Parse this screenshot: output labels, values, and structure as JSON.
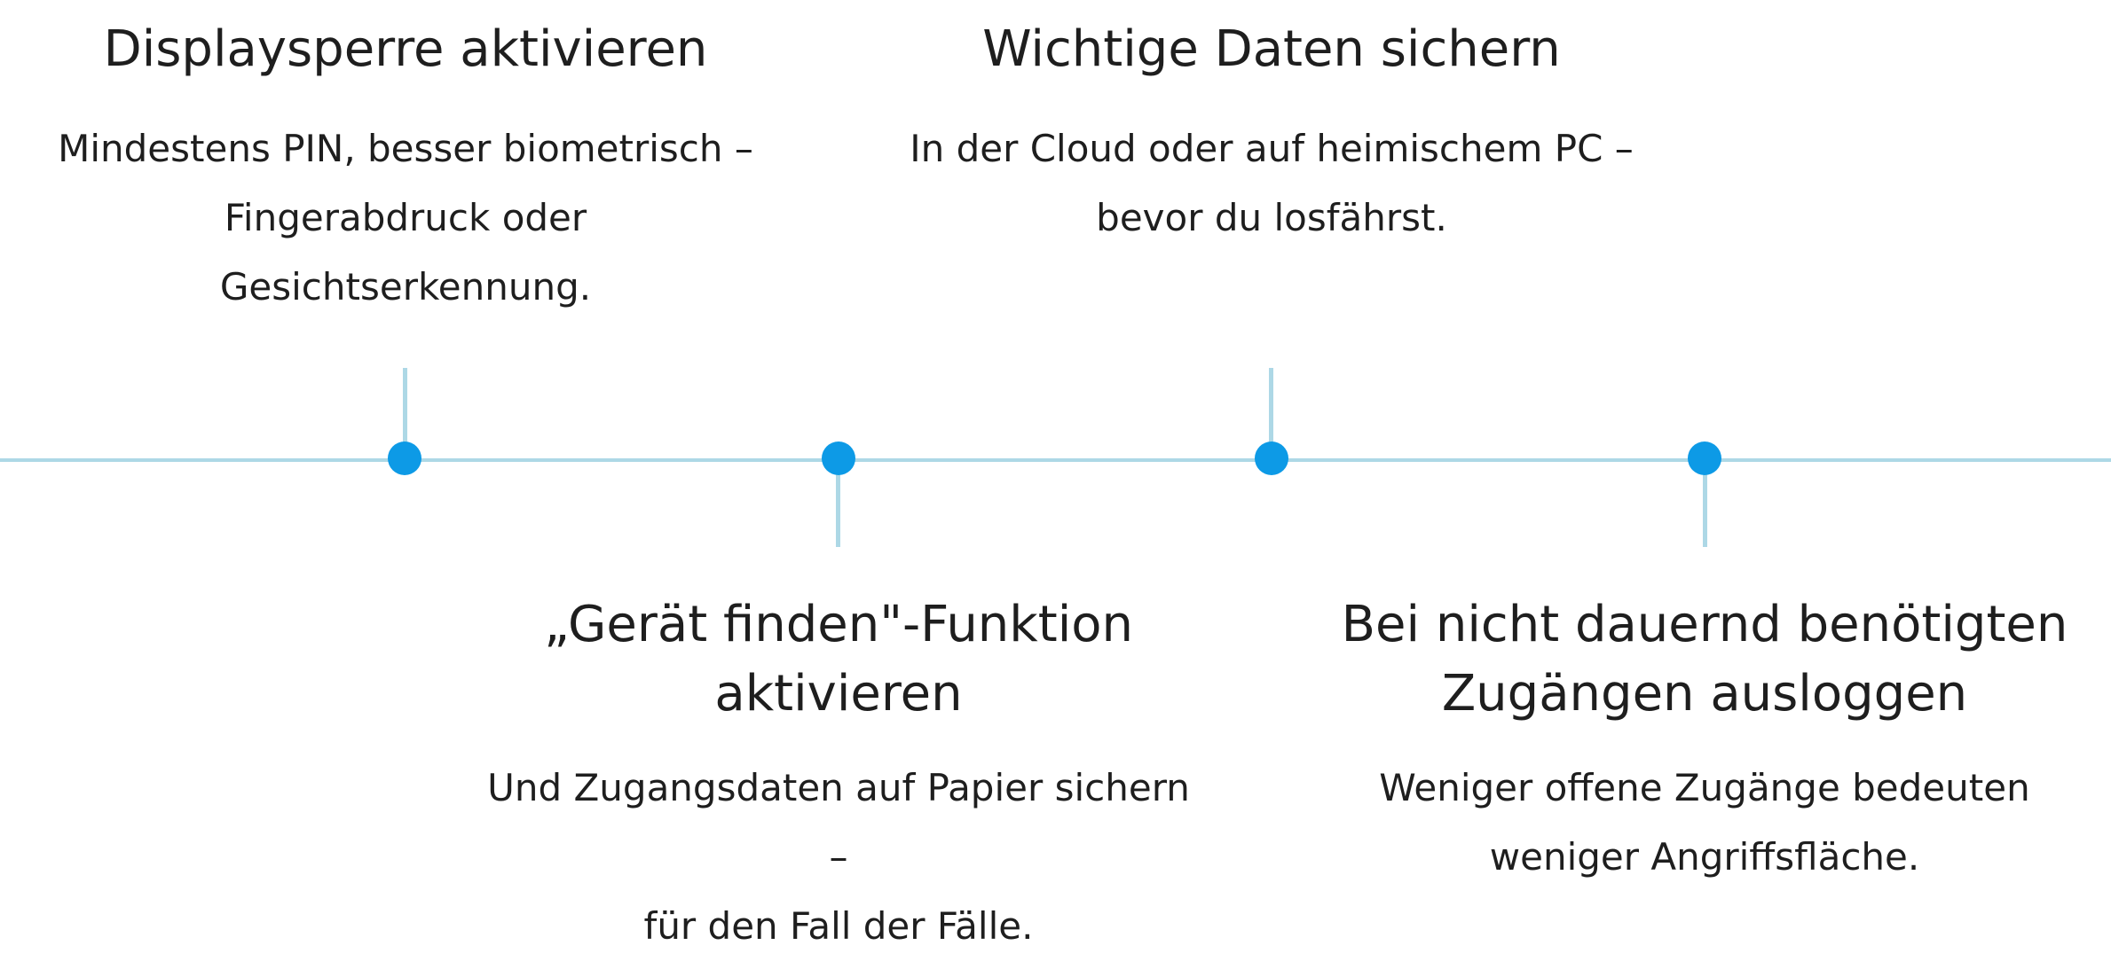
{
  "colors": {
    "line": "#add8e6",
    "dot": "#0d9ae6",
    "text": "#1e1e1e"
  },
  "steps": [
    {
      "title": "Displaysperre aktivieren",
      "text_lines": [
        "Mindestens PIN, besser biometrisch –",
        "Fingerabdruck oder",
        "Gesichtserkennung."
      ]
    },
    {
      "title_lines": [
        "„Gerät finden\"-Funktion",
        "aktivieren"
      ],
      "text_lines": [
        "Und Zugangsdaten auf Papier sichern –",
        "für den Fall der Fälle."
      ]
    },
    {
      "title": "Wichtige Daten sichern",
      "text_lines": [
        "In der Cloud oder auf heimischem PC –",
        "bevor du losfährst."
      ]
    },
    {
      "title_lines": [
        "Bei nicht dauernd benötigten",
        "Zugängen ausloggen"
      ],
      "text_lines": [
        "Weniger offene Zugänge bedeuten",
        "weniger Angriffsfläche."
      ]
    }
  ]
}
